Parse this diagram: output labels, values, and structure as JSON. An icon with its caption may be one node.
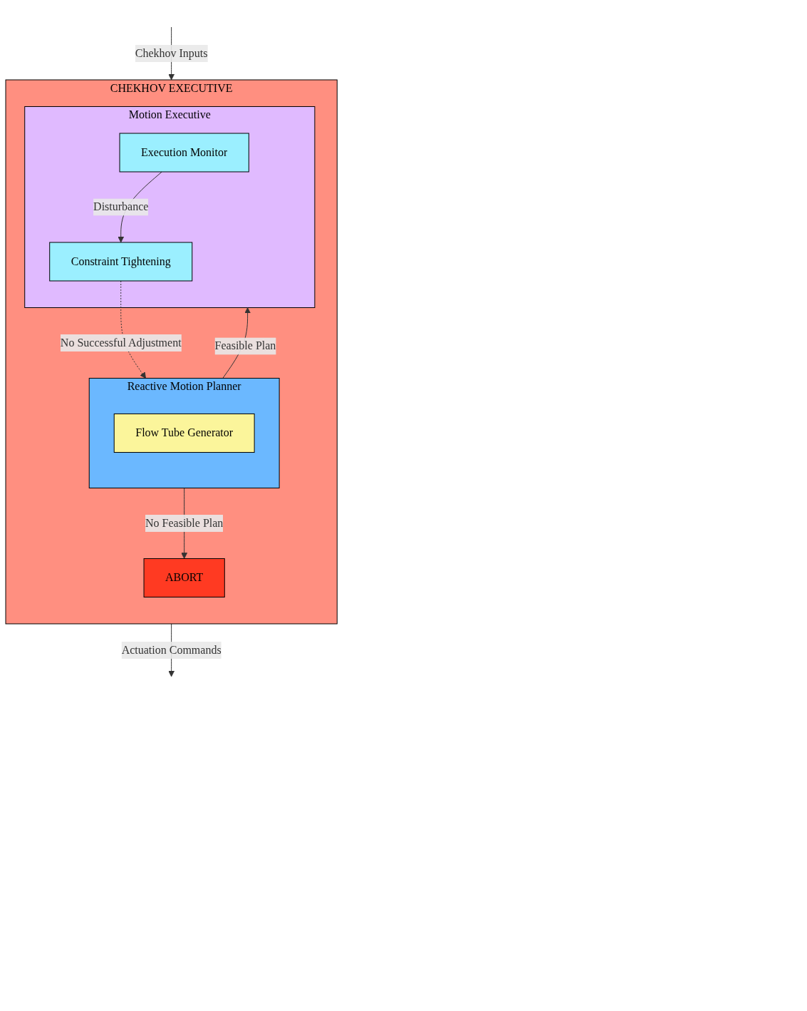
{
  "diagram": {
    "nodes": [
      {
        "text": [
          "CHEKHOV EXECUTIVE"
        ]
      },
      {
        "text": [
          "Reactive Motion Planner"
        ],
        "in": 0
      },
      {
        "text": [
          "Flow Tube Generator"
        ],
        "in": 1
      },
      {
        "text": [
          "ABORT"
        ],
        "in": 0
      },
      {
        "text": [
          "Motion Executive"
        ],
        "in": 0
      },
      {
        "text": [
          "Execution Monitor"
        ],
        "in": 4
      },
      {
        "text": [
          "Constraint Tightening"
        ],
        "in": 4
      }
    ],
    "edges": [
      {
        "from": null,
        "to": 0,
        "arrow": "to",
        "label": "Chekhov Inputs"
      },
      {
        "from": 1,
        "to": 3,
        "arrow": "to",
        "label": "No Feasible Plan"
      },
      {
        "from": 1,
        "to": 4,
        "arrow": "to",
        "label": "Feasible Plan"
      },
      {
        "from": 5,
        "to": 6,
        "arrow": "to",
        "label": "Disturbance"
      },
      {
        "from": 6,
        "to": 1,
        "arrow": "to",
        "label": "No Successful Adjustment",
        "style": "dashed"
      },
      {
        "from": 0,
        "to": null,
        "arrow": "to",
        "label": "Actuation Commands"
      }
    ]
  }
}
